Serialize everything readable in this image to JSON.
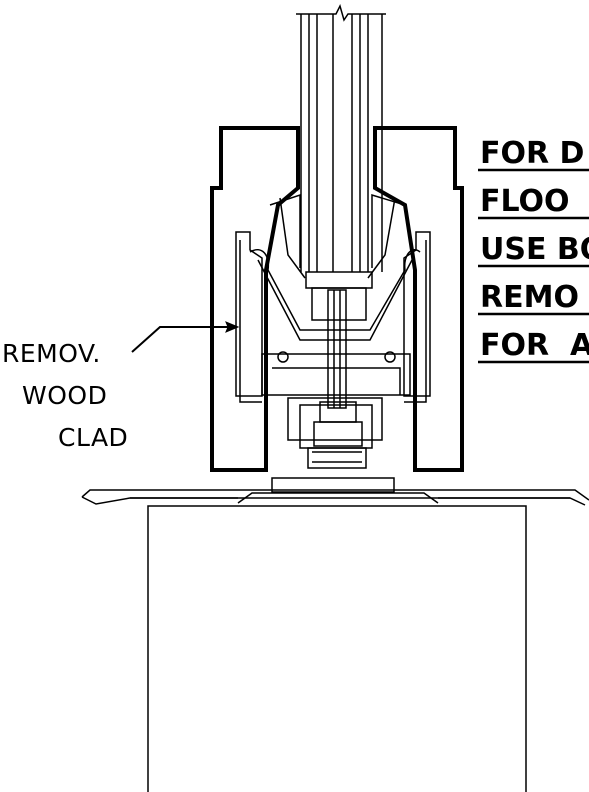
{
  "callout": {
    "lines": [
      "REMOV.",
      "WOOD",
      "CLAD"
    ]
  },
  "notes": {
    "lines": [
      "FOR D",
      "FLOO",
      "USE BO",
      "REMO",
      "FOR  A"
    ]
  }
}
